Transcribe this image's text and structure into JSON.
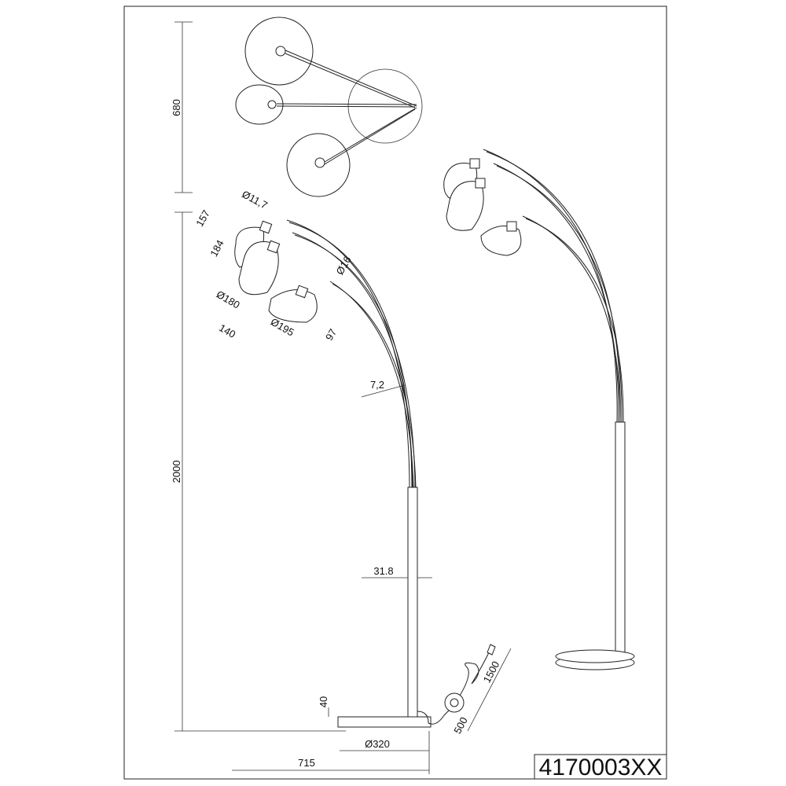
{
  "drawing": {
    "product_code": "4170003XX",
    "dimensions": {
      "top_view_depth": "680",
      "total_height": "2000",
      "shade_offset": "157",
      "arm_diameter": "Ø11,7",
      "shade_height": "184",
      "arc_tube_diameter": "Ø16",
      "shade_diameter_small": "Ø180",
      "shade_depth": "140",
      "shade_diameter_large": "Ø195",
      "shade_gap": "97",
      "arc_tube_width": "7,2",
      "pole_diameter": "31.8",
      "base_height": "40",
      "base_diameter": "Ø320",
      "total_width": "715",
      "cable_length": "1500",
      "switch_distance": "500"
    }
  }
}
